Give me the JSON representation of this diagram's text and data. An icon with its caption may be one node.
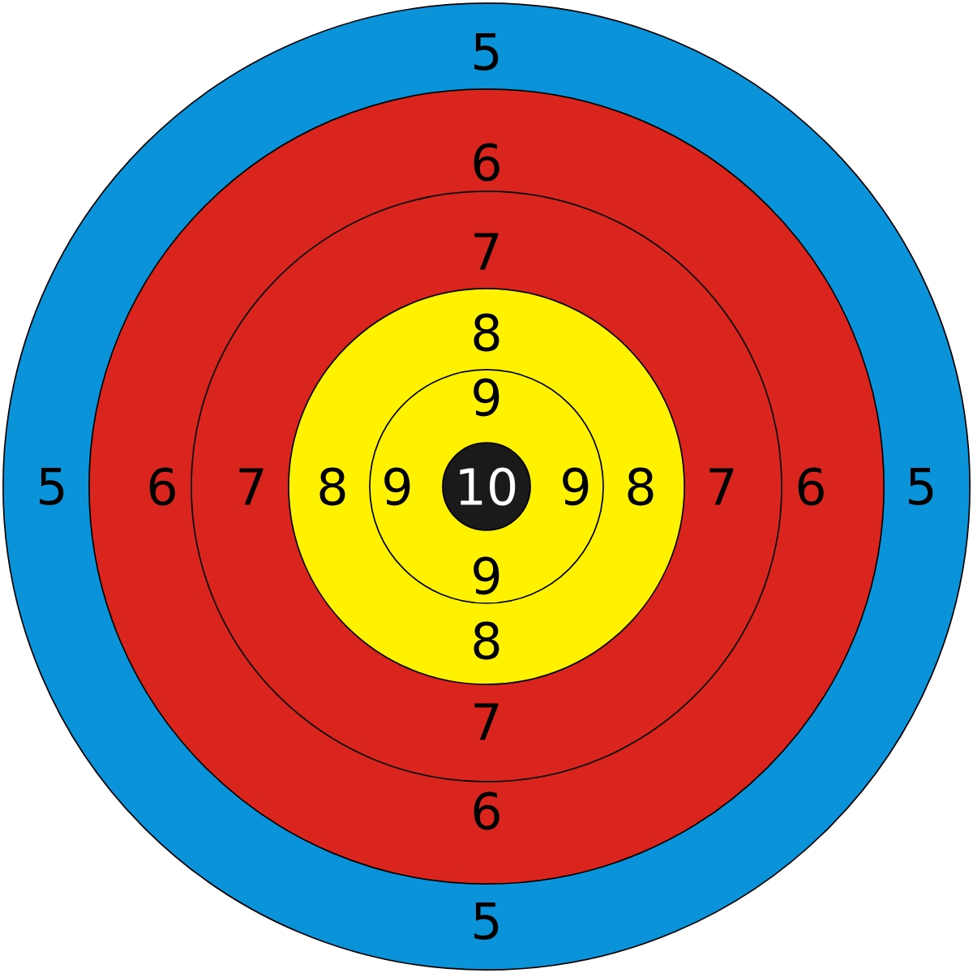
{
  "diagram": {
    "nodes": [
      {
        "text": [
          "5",
          "5",
          "5",
          "5"
        ]
      },
      {
        "text": [
          "6",
          "6",
          "6",
          "6"
        ],
        "in": 0
      },
      {
        "text": [
          "7",
          "7",
          "7",
          "7"
        ],
        "in": 1
      },
      {
        "text": [
          "8",
          "8",
          "8",
          "8"
        ],
        "in": 2
      },
      {
        "text": [
          "9",
          "9",
          "9",
          "9"
        ],
        "in": 3
      },
      {
        "text": [
          "10"
        ],
        "in": 4
      }
    ]
  }
}
